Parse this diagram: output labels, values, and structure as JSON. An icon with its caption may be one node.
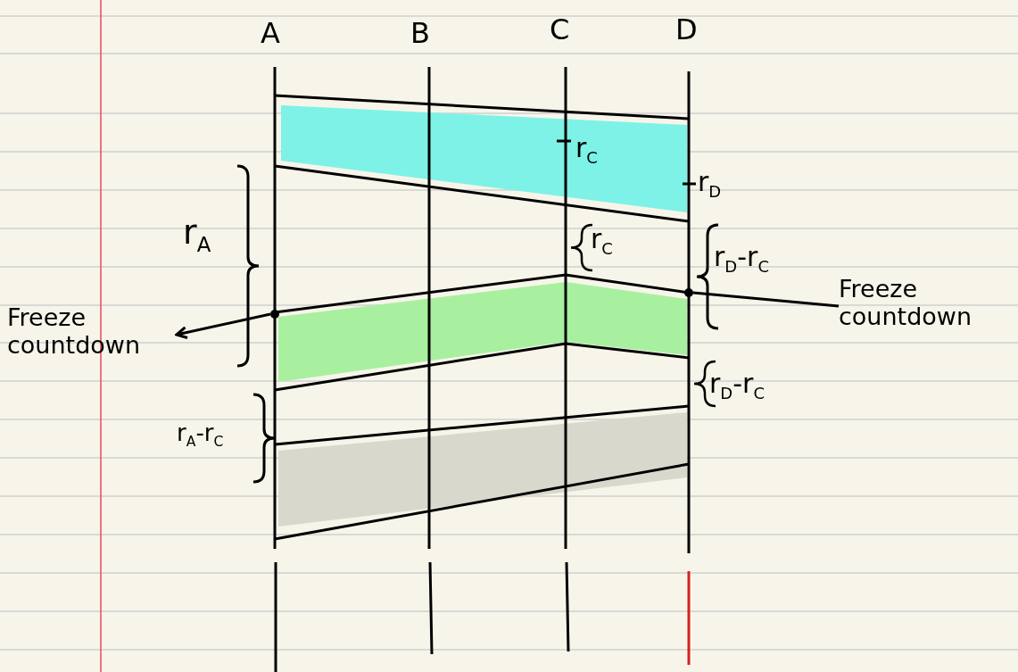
{
  "diagram": {
    "nodes": [
      {
        "text": [
          "Freeze countdown"
        ]
      },
      {
        "text": [],
        "shape": "circle"
      },
      {
        "text": [],
        "shape": "circle"
      },
      {
        "text": [
          "Freeze countdown"
        ]
      }
    ],
    "edges": [
      {
        "from": 1,
        "to": 0,
        "arrow": "to"
      },
      {
        "from": 2,
        "to": 3,
        "arrow": "none"
      }
    ],
    "labels": [
      "A",
      "B",
      "C",
      "D",
      "r$_{C}$",
      "r$_{D}$",
      "r$_{A}$",
      "r$_{C}$",
      "r$_{D}$-r$_{C}$",
      "r$_{D}$-r$_{C}$",
      "r$_{A}$-r$_{C}$"
    ]
  }
}
